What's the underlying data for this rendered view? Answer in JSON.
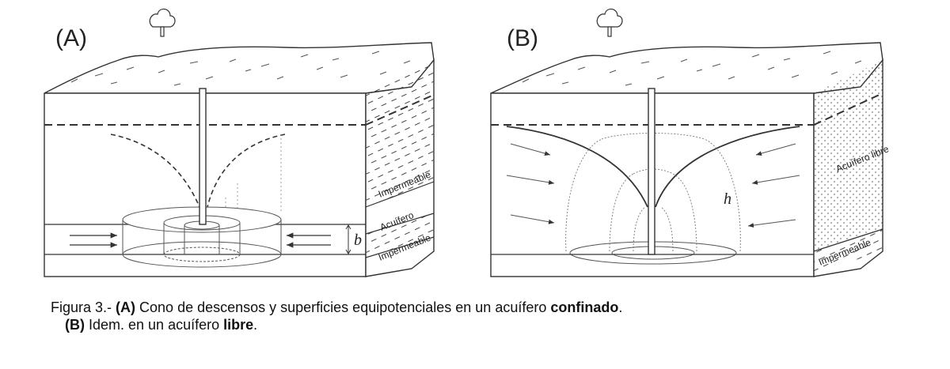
{
  "panels": [
    {
      "letter": "(A)",
      "side_labels": {
        "top": "Impermeable",
        "middle": "Acuífero",
        "bottom": "Impermeable"
      },
      "thickness_symbol": "b"
    },
    {
      "letter": "(B)",
      "side_labels": {
        "top": "Acuífero libre",
        "bottom": "Impermeable"
      },
      "head_symbol": "h"
    }
  ],
  "caption": {
    "line1_prefix": "Figura 3.- ",
    "line1_bold_a": "(A)",
    "line1_text": " Cono de descensos y superficies equipotenciales en un acuífero ",
    "line1_bold_end": "confinado",
    "line1_end": ".",
    "line2_bold": "(B)",
    "line2_text": " Idem. en un acuífero ",
    "line2_bold_end": "libre",
    "line2_end": "."
  }
}
